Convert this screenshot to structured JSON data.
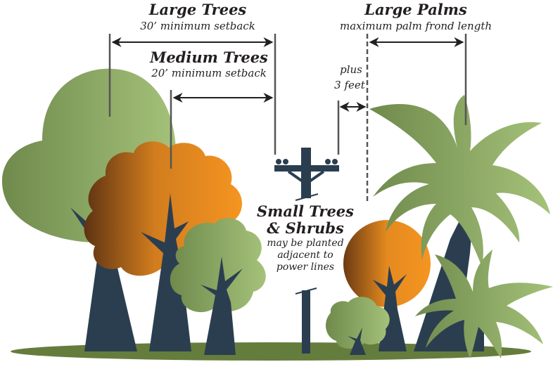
{
  "diagram": {
    "large_trees": {
      "title": "Large Trees",
      "subtitle": "30’ minimum setback"
    },
    "medium_trees": {
      "title": "Medium Trees",
      "subtitle": "20’ minimum setback"
    },
    "large_palms": {
      "title": "Large Palms",
      "subtitle": "maximum palm frond length"
    },
    "palm_clearance": {
      "line1": "plus",
      "line2": "3 feet"
    },
    "small_trees": {
      "title_line1": "Small Trees",
      "title_line2": "& Shrubs",
      "desc_line1": "may be planted",
      "desc_line2": "adjacent to",
      "desc_line3": "power lines"
    }
  },
  "colors": {
    "trunk": "#2b3e50",
    "green_dark": "#6f8a4c",
    "green_light": "#a3c077",
    "orange_dark": "#6b3a12",
    "orange_light": "#f39320",
    "ground": "#657d3c",
    "line": "#555555",
    "text": "#231f20"
  }
}
